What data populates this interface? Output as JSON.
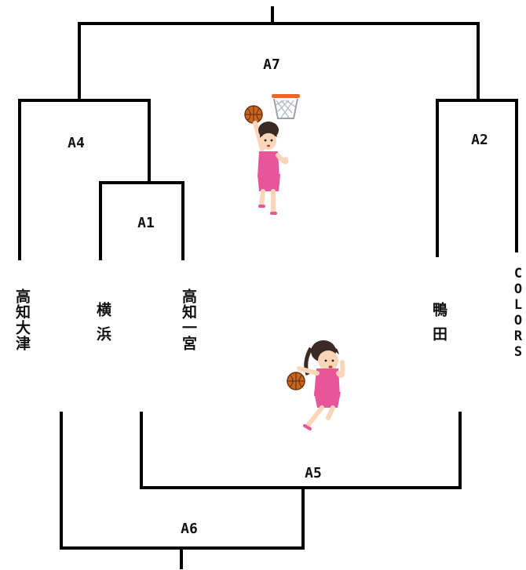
{
  "matches": {
    "a1": "A1",
    "a2": "A2",
    "a4": "A4",
    "a5": "A5",
    "a6": "A6",
    "a7": "A7"
  },
  "teams": {
    "kochi_otsu": "高知大津",
    "yokohama": "横浜",
    "kochi_ichinomiya": "高知一宮",
    "kamoda": "鴨田",
    "colors": "COLORS"
  },
  "colors": {
    "line": "#000000",
    "uniform": "#e8559b",
    "ball": "#c8661e",
    "skin": "#fbd5b8",
    "hair": "#3a2a25"
  },
  "illustrations": [
    "girl-shooting-at-hoop-illustration",
    "girl-dribbling-basketball-illustration"
  ]
}
